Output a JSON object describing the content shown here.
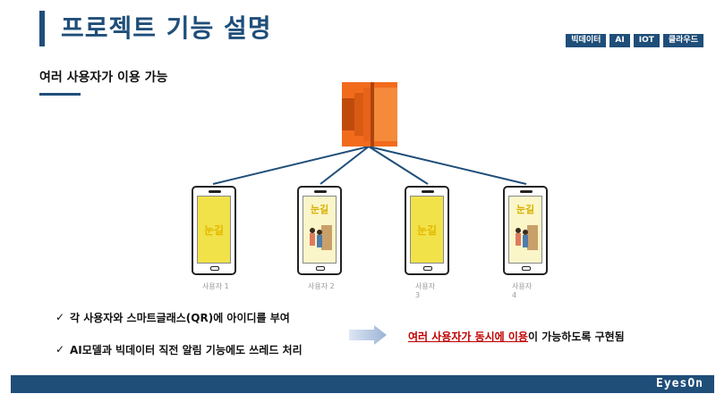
{
  "header": {
    "title": "프로젝트 기능 설명",
    "tags": [
      "빅데이터",
      "AI",
      "IOT",
      "클라우드"
    ]
  },
  "section": {
    "subtitle": "여러 사용자가 이용 가능"
  },
  "diagram": {
    "server_icon": "aws-server-icon",
    "phones": [
      {
        "label": "사용자 1",
        "screen": "눈길",
        "variant": "plain"
      },
      {
        "label": "사용자 2",
        "screen": "눈길",
        "variant": "illustrated"
      },
      {
        "label": "사용자\n3",
        "screen": "눈길",
        "variant": "plain"
      },
      {
        "label": "사용자\n4",
        "screen": "눈길",
        "variant": "illustrated"
      }
    ]
  },
  "bullets": [
    "각 사용자와 스마트글래스(QR)에  아이디를 부여",
    "AI모델과 빅데이터 직전 알림 기능에도 쓰레드 처리"
  ],
  "result": {
    "highlight": "여러 사용자가 동시에 이용",
    "rest": "이 가능하도록 구현됨"
  },
  "footer": {
    "logo": "EyesOn"
  },
  "colors": {
    "brand": "#1f4e79",
    "server": "#f26b1d",
    "highlight": "#c00000"
  }
}
